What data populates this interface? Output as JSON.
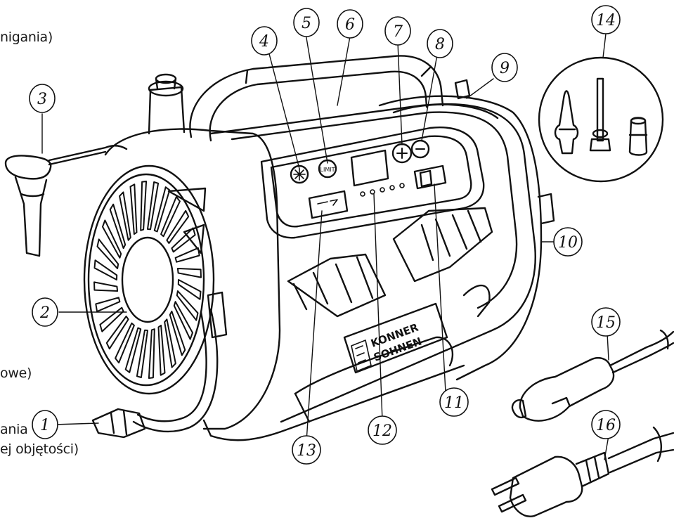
{
  "side_text": {
    "line1": "nigania)",
    "line2": "owe)",
    "line3": "ania",
    "line4": "ej objętości)"
  },
  "logo": {
    "line1": "KONNER",
    "line2": "SOHNEN"
  },
  "callouts": [
    "1",
    "2",
    "3",
    "4",
    "5",
    "6",
    "7",
    "8",
    "9",
    "10",
    "11",
    "12",
    "13",
    "14",
    "15",
    "16"
  ],
  "colors": {
    "ink": "#111111",
    "paper": "#ffffff"
  }
}
